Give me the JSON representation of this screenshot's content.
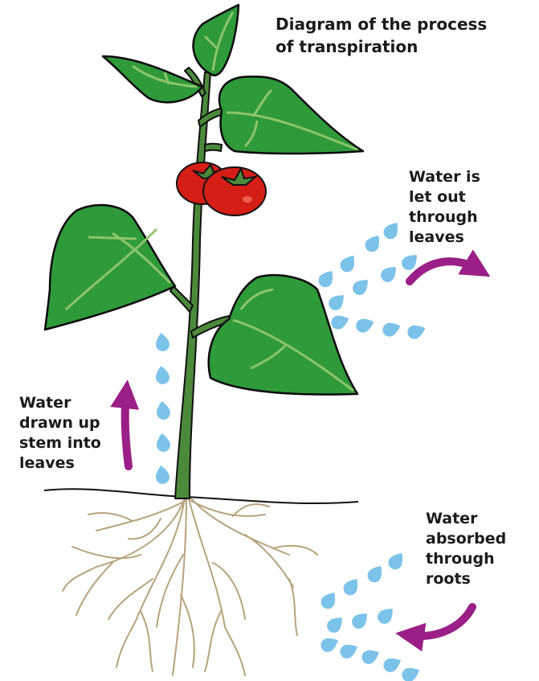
{
  "title": {
    "lines": [
      "Diagram of the process",
      "of transpiration"
    ]
  },
  "labels": {
    "leaves": [
      "Water is",
      "let out",
      "through",
      "leaves"
    ],
    "stem": [
      "Water",
      "drawn up",
      "stem into",
      "leaves"
    ],
    "roots": [
      "Water",
      "absorbed",
      "through",
      "roots"
    ]
  },
  "colors": {
    "leaf": "#2e9a3a",
    "leaf_outline": "#0b0b0b",
    "vein": "#8cc56c",
    "stem": "#4b8a3a",
    "tomato": "#d41e16",
    "root": "#b7a37b",
    "water_drop": "#7cc3ea",
    "arrow": "#9a1f86"
  }
}
